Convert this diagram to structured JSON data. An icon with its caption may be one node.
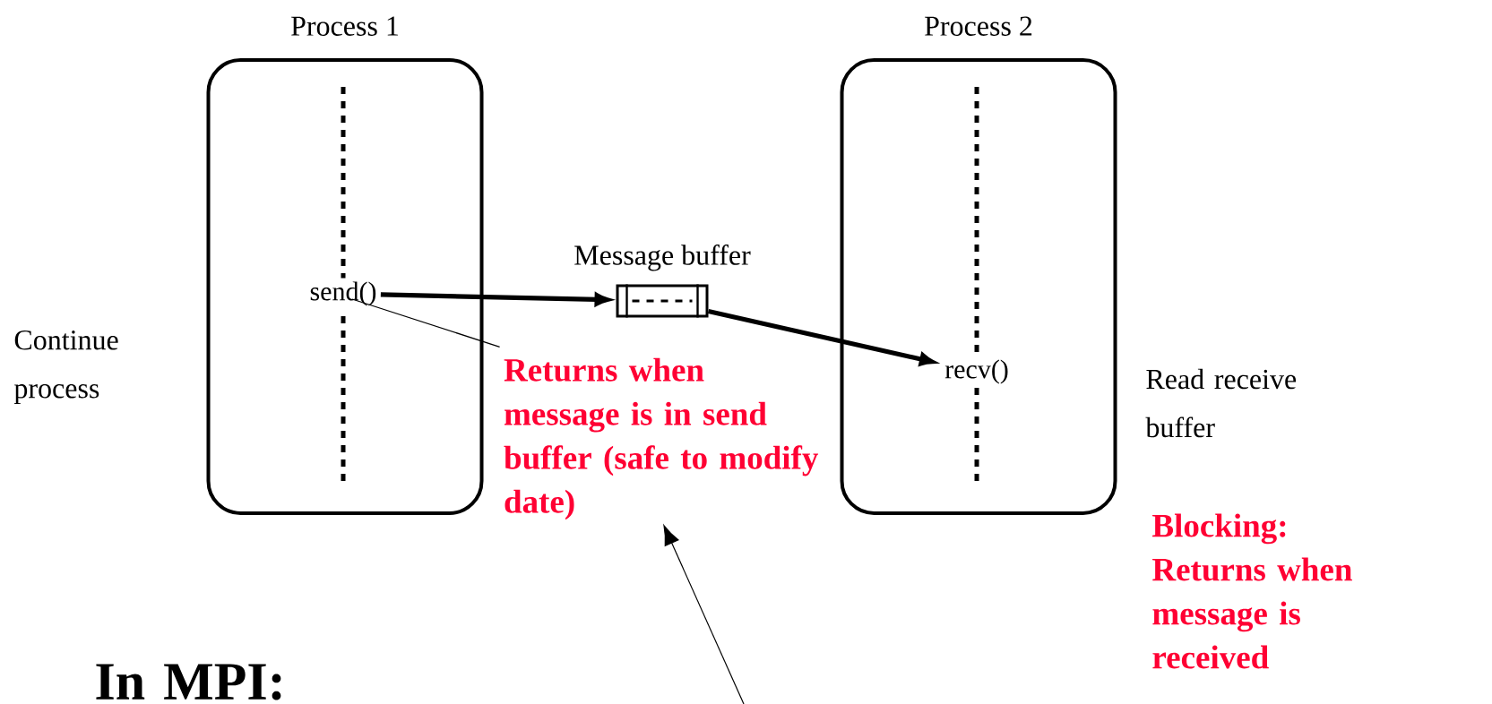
{
  "diagram": {
    "nodes": [
      {
        "text": [
          "Process 1"
        ]
      },
      {
        "text": [
          "Process 2"
        ]
      },
      {
        "text": [
          "send()"
        ],
        "in": 0
      },
      {
        "text": [
          "Message buffer"
        ]
      },
      {
        "text": [
          "recv()"
        ],
        "in": 1
      },
      {
        "text": [
          "Returns when message is in send buffer (safe to modify date)"
        ]
      }
    ],
    "edges": [
      {
        "from": 2,
        "to": 3,
        "arrow": "to",
        "style": "thick"
      },
      {
        "from": 3,
        "to": 4,
        "arrow": "to",
        "style": "thick"
      },
      {
        "from": 5,
        "to": 2,
        "arrow": "none"
      },
      {
        "from": null,
        "to": 5,
        "arrow": "to"
      }
    ],
    "labels": [
      "Continue process",
      "Read receive buffer",
      "Blocking: Returns when message is received",
      "In MPI:"
    ]
  }
}
